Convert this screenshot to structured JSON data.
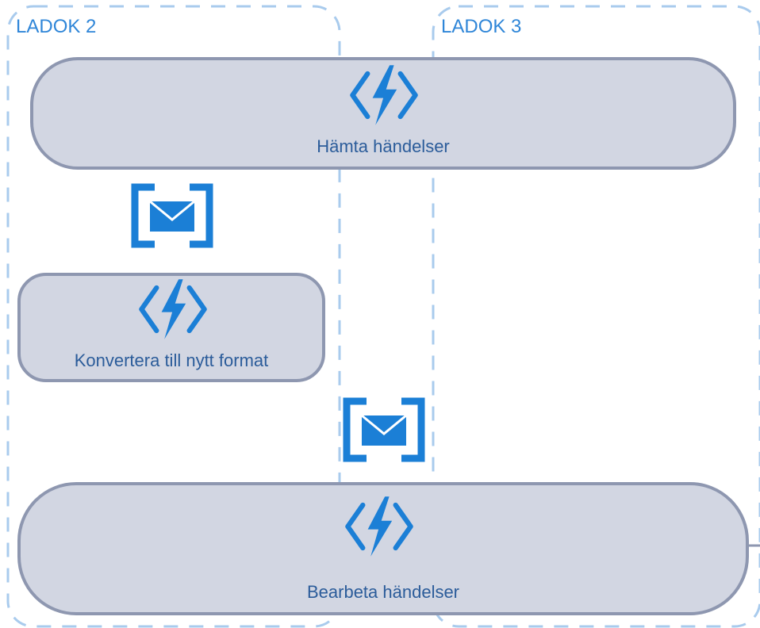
{
  "lanes": [
    {
      "label": "LADOK 2"
    },
    {
      "label": "LADOK 3"
    }
  ],
  "nodes": [
    {
      "label": "Hämta händelser",
      "icon": "azure-function-icon"
    },
    {
      "label": "Konvertera till nytt format",
      "icon": "azure-function-icon"
    },
    {
      "label": "Bearbeta händelser",
      "icon": "azure-function-icon"
    }
  ],
  "queues": [
    {
      "icon": "queue-message-icon"
    },
    {
      "icon": "queue-message-icon"
    }
  ],
  "colors": {
    "lane_border": "#a9cbed",
    "node_fill": "#d2d6e2",
    "node_border": "#8e97b0",
    "accent": "#1b7fd6",
    "label": "#2b5c9a"
  }
}
